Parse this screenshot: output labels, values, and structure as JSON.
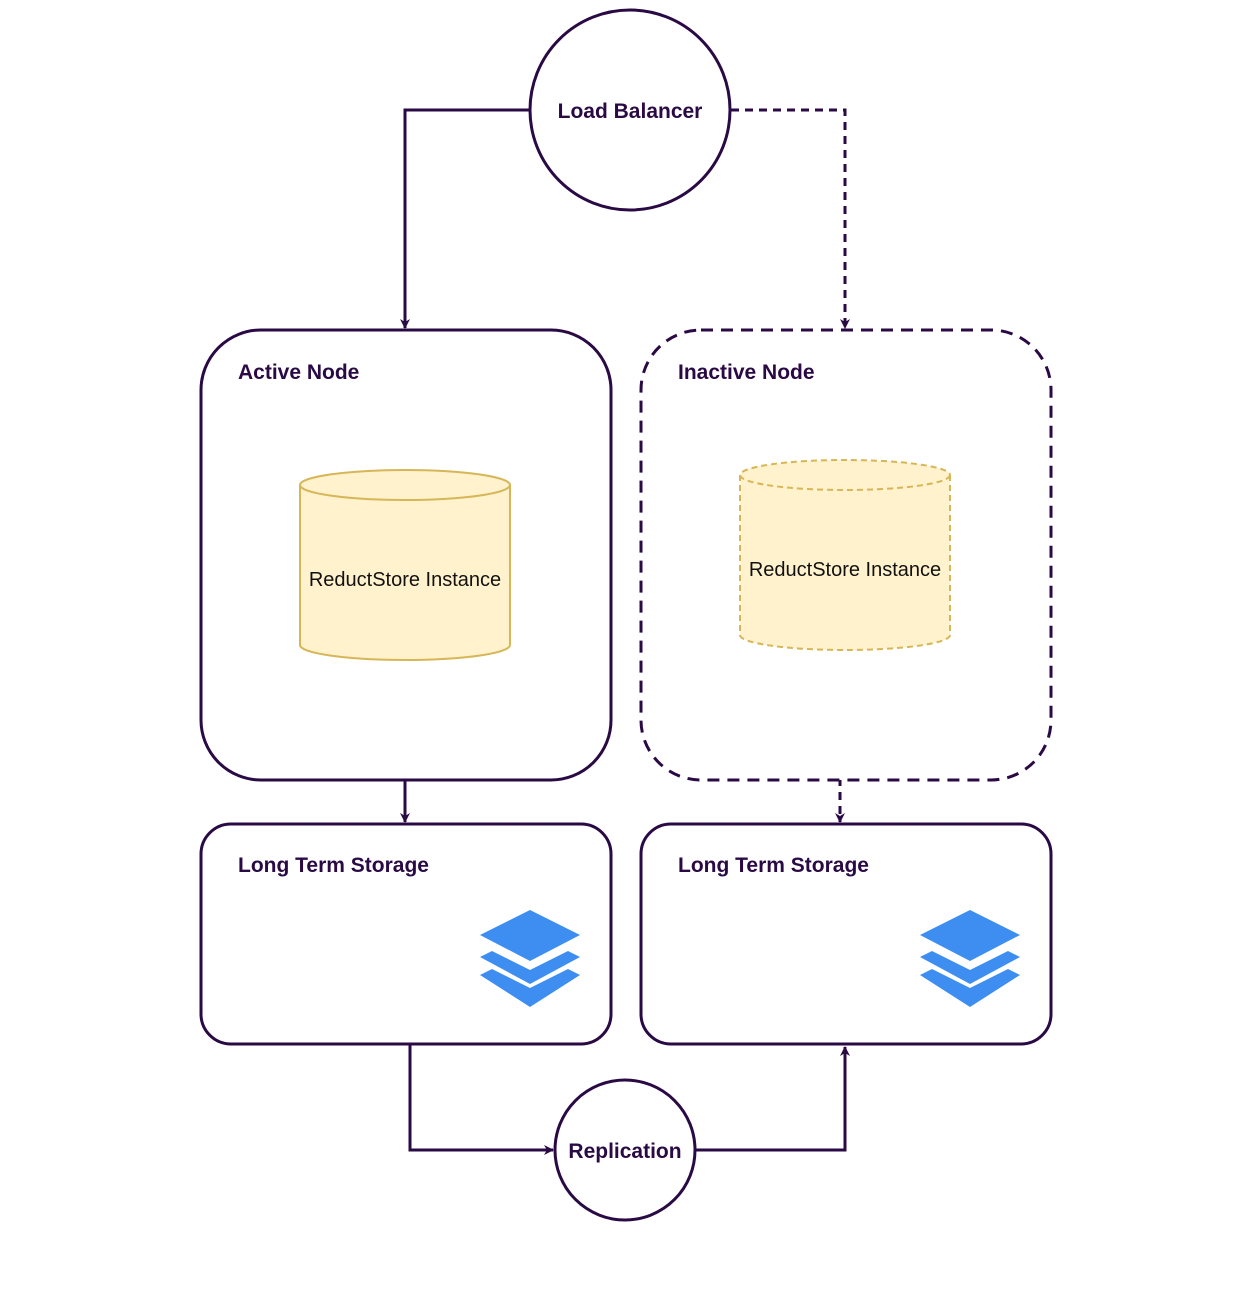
{
  "colors": {
    "stroke": "#2a0a45",
    "cylinder_fill": "#fff2cc",
    "cylinder_stroke": "#d6b656",
    "storage_icon": "#3d8ef0",
    "background": "#ffffff",
    "instance_text": "#111111"
  },
  "nodes": {
    "load_balancer": {
      "label": "Load Balancer"
    },
    "active_node": {
      "label": "Active Node",
      "instance_label": "ReductStore Instance"
    },
    "inactive_node": {
      "label": "Inactive Node",
      "instance_label": "ReductStore Instance"
    },
    "storage_left": {
      "label": "Long Term Storage",
      "icon": "layers-icon"
    },
    "storage_right": {
      "label": "Long Term Storage",
      "icon": "layers-icon"
    },
    "replication": {
      "label": "Replication"
    }
  }
}
